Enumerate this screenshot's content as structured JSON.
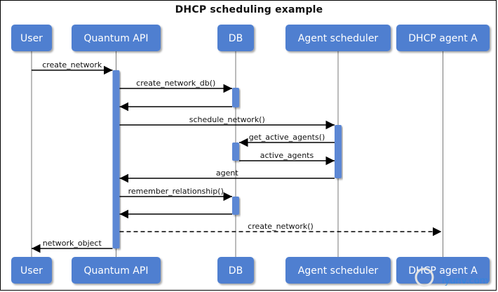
{
  "diagram": {
    "title": "DHCP scheduling example",
    "actors": [
      "User",
      "Quantum API",
      "DB",
      "Agent scheduler",
      "DHCP agent A"
    ],
    "messages": [
      {
        "label": "create_network",
        "from": 0,
        "to": 1,
        "style": "solid"
      },
      {
        "label": "create_network_db()",
        "from": 1,
        "to": 2,
        "style": "solid"
      },
      {
        "label": "",
        "from": 2,
        "to": 1,
        "style": "solid"
      },
      {
        "label": "schedule_network()",
        "from": 1,
        "to": 3,
        "style": "solid"
      },
      {
        "label": "get_active_agents()",
        "from": 3,
        "to": 2,
        "style": "solid"
      },
      {
        "label": "active_agents",
        "from": 2,
        "to": 3,
        "style": "solid"
      },
      {
        "label": "agent",
        "from": 3,
        "to": 1,
        "style": "solid"
      },
      {
        "label": "remember_relationship()",
        "from": 1,
        "to": 2,
        "style": "solid"
      },
      {
        "label": "",
        "from": 2,
        "to": 1,
        "style": "solid"
      },
      {
        "label": "create_network()",
        "from": 1,
        "to": 4,
        "style": "dashed"
      },
      {
        "label": "network_object",
        "from": 1,
        "to": 0,
        "style": "solid"
      }
    ]
  },
  "watermark": {
    "text": "iyunv.com"
  },
  "colors": {
    "actor_fill": "#4f7fd0",
    "activation_fill": "#5b87d4",
    "line": "#000000"
  }
}
